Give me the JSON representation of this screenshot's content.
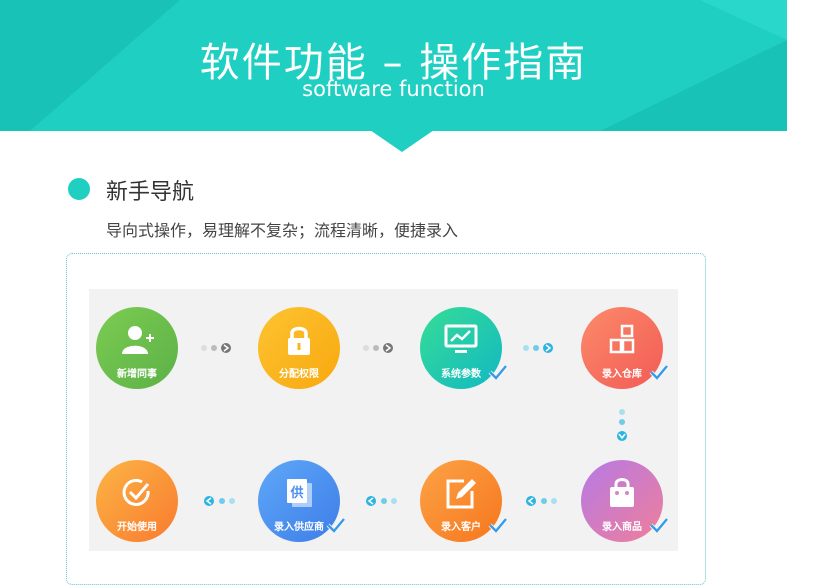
{
  "header": {
    "title": "软件功能 – 操作指南",
    "subtitle": "software function",
    "accent_color": "#1fcfc2"
  },
  "section": {
    "title": "新手导航",
    "description": "导向式操作，易理解不复杂；流程清晰，便捷录入"
  },
  "steps": [
    {
      "label": "新增同事",
      "icon": "add-user-icon",
      "checked": false,
      "color": "#6abf4b"
    },
    {
      "label": "分配权限",
      "icon": "lock-icon",
      "checked": false,
      "color": "#fbb619"
    },
    {
      "label": "系统参数",
      "icon": "monitor-chart-icon",
      "checked": true,
      "color": "#17c9a6"
    },
    {
      "label": "录入仓库",
      "icon": "warehouse-icon",
      "checked": true,
      "color": "#f46a5a"
    },
    {
      "label": "录入商品",
      "icon": "shopping-bag-icon",
      "checked": true,
      "color": "#c77fd6"
    },
    {
      "label": "录入客户",
      "icon": "edit-icon",
      "checked": true,
      "color": "#fb8a2b"
    },
    {
      "label": "录入供应商",
      "icon": "supplier-icon",
      "checked": true,
      "color": "#4a90f0"
    },
    {
      "label": "开始使用",
      "icon": "start-check-icon",
      "checked": false,
      "color": "#fb8a2b"
    }
  ]
}
